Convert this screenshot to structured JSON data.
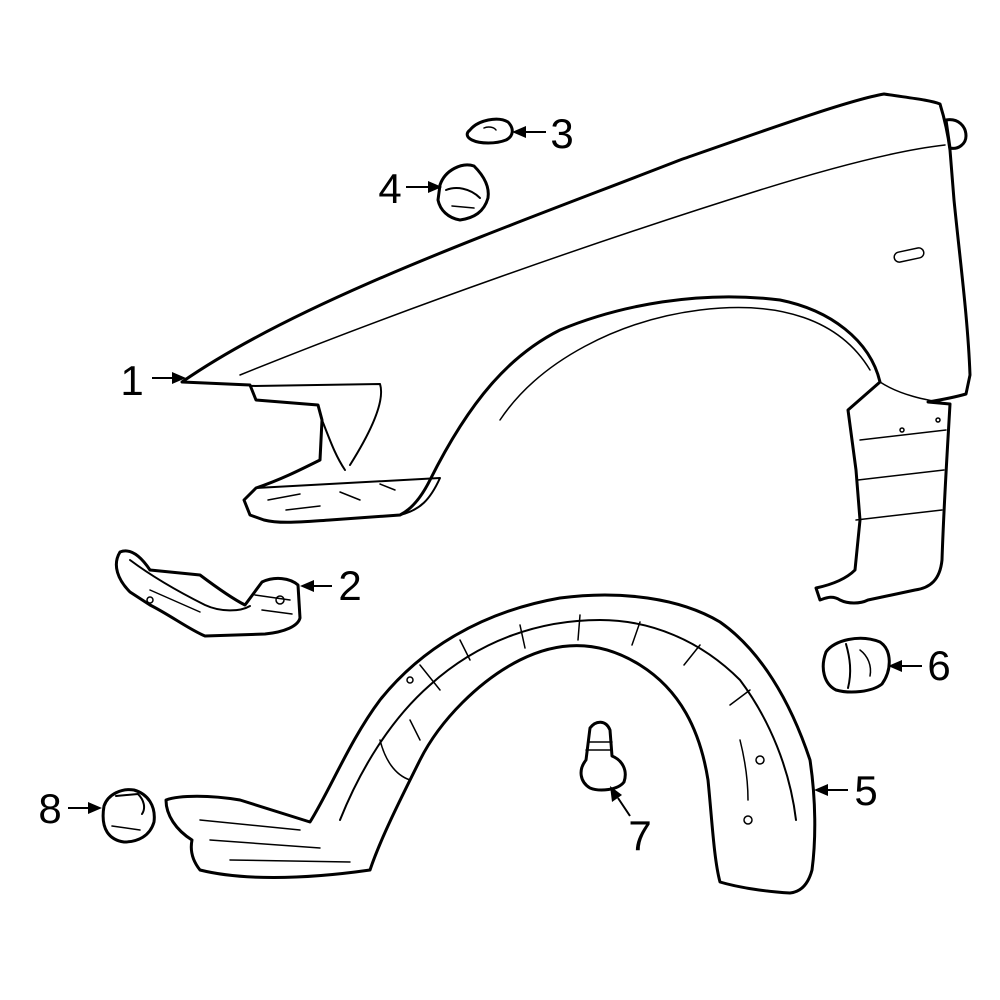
{
  "callouts": [
    {
      "label": "1"
    },
    {
      "label": "2"
    },
    {
      "label": "3"
    },
    {
      "label": "4"
    },
    {
      "label": "5"
    },
    {
      "label": "6"
    },
    {
      "label": "7"
    },
    {
      "label": "8"
    }
  ],
  "colors": {
    "highlight": "#2338b8",
    "outline": "#000000",
    "background": "#ffffff"
  }
}
